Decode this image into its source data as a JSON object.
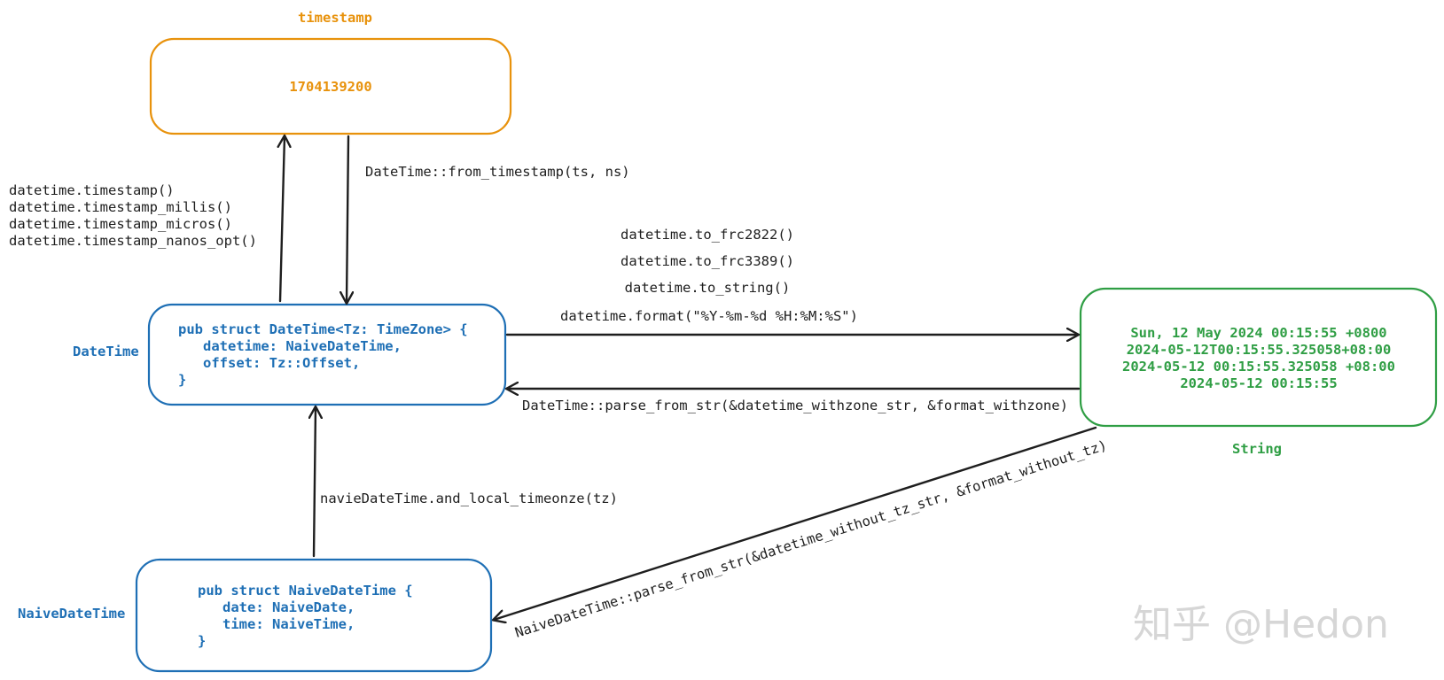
{
  "colors": {
    "timestamp": "#e8920c",
    "datetime": "#1e6fb5",
    "string": "#2f9e44",
    "edge": "#1e1e1e",
    "watermark": "#cfcfcf"
  },
  "nodes": {
    "timestamp": {
      "label": "timestamp",
      "content": [
        "1704139200"
      ]
    },
    "datetime": {
      "label": "DateTime",
      "content": [
        "pub struct DateTime<Tz: TimeZone> {",
        "   datetime: NaiveDateTime,",
        "   offset: Tz::Offset,",
        "}"
      ]
    },
    "string": {
      "label": "String",
      "content": [
        "Sun, 12 May 2024 00:15:55 +0800",
        "2024-05-12T00:15:55.325058+08:00",
        "2024-05-12 00:15:55.325058 +08:00",
        "2024-05-12 00:15:55"
      ]
    },
    "naive": {
      "label": "NaiveDateTime",
      "content": [
        "pub struct NaiveDateTime {",
        "   date: NaiveDate,",
        "   time: NaiveTime,",
        "}"
      ]
    }
  },
  "edges": {
    "datetime_to_timestamp": [
      "datetime.timestamp()",
      "datetime.timestamp_millis()",
      "datetime.timestamp_micros()",
      "datetime.timestamp_nanos_opt()"
    ],
    "timestamp_to_datetime": "DateTime::from_timestamp(ts, ns)",
    "datetime_to_string": [
      "datetime.to_frc2822()",
      "datetime.to_frc3389()",
      "datetime.to_string()",
      "datetime.format(\"%Y-%m-%d %H:%M:%S\")"
    ],
    "string_to_datetime": "DateTime::parse_from_str(&datetime_withzone_str, &format_withzone)",
    "naive_to_datetime": "navieDateTime.and_local_timeonze(tz)",
    "string_to_naive": "NaiveDateTime::parse_from_str(&datetime_without_tz_str, &format_without_tz)"
  },
  "watermark": "知乎 @Hedon"
}
